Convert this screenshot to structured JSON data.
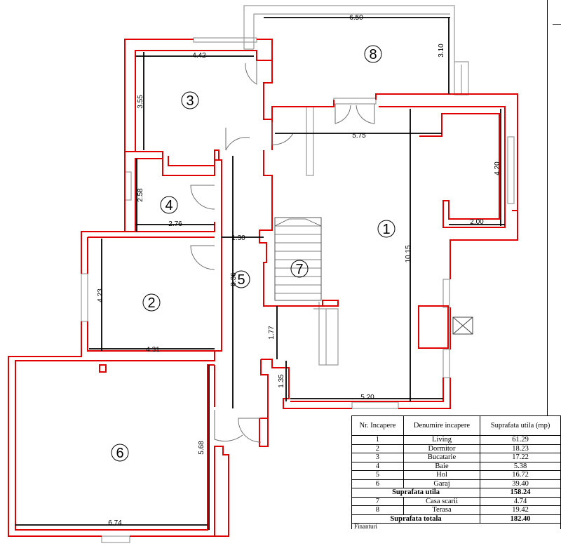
{
  "dimensions": {
    "d_650": "6.50",
    "d_310": "3.10",
    "d_442": "4.42",
    "d_355": "3.55",
    "d_575": "5.75",
    "d_420": "4.20",
    "d_258": "2.58",
    "d_276": "2.76",
    "d_200": "2.00",
    "d_130": "1.30",
    "d_1015": "10.15",
    "d_836": "8.36",
    "d_423": "4.23",
    "d_431": "4.31",
    "d_177": "1.77",
    "d_135": "1.35",
    "d_520": "5.20",
    "d_568": "5.68",
    "d_674": "6.74"
  },
  "room_numbers": {
    "r1": "1",
    "r2": "2",
    "r3": "3",
    "r4": "4",
    "r5": "5",
    "r6": "6",
    "r7": "7",
    "r8": "8"
  },
  "table": {
    "headers": [
      "Nr. Incapere",
      "Denumire incapere",
      "Suprafata utila (mp)"
    ],
    "rows": [
      {
        "nr": "1",
        "name": "Living",
        "area": "61.29"
      },
      {
        "nr": "2",
        "name": "Dormitor",
        "area": "18.23"
      },
      {
        "nr": "3",
        "name": "Bucatarie",
        "area": "17.22"
      },
      {
        "nr": "4",
        "name": "Baie",
        "area": "5.38"
      },
      {
        "nr": "5",
        "name": "Hol",
        "area": "16.72"
      },
      {
        "nr": "6",
        "name": "Garaj",
        "area": "39.40"
      }
    ],
    "subtotal": {
      "label": "Suprafata utila",
      "value": "158.24"
    },
    "extra_rows": [
      {
        "nr": "7",
        "name": "Casa scarii",
        "area": "4.74"
      },
      {
        "nr": "8",
        "name": "Terasa",
        "area": "19.42"
      }
    ],
    "total": {
      "label": "Suprafata totala",
      "value": "182.40"
    },
    "note": "Finanturi"
  },
  "colors": {
    "wall": "#e00000",
    "gray_lines": "#9a9a9a",
    "dimension": "#000000"
  }
}
